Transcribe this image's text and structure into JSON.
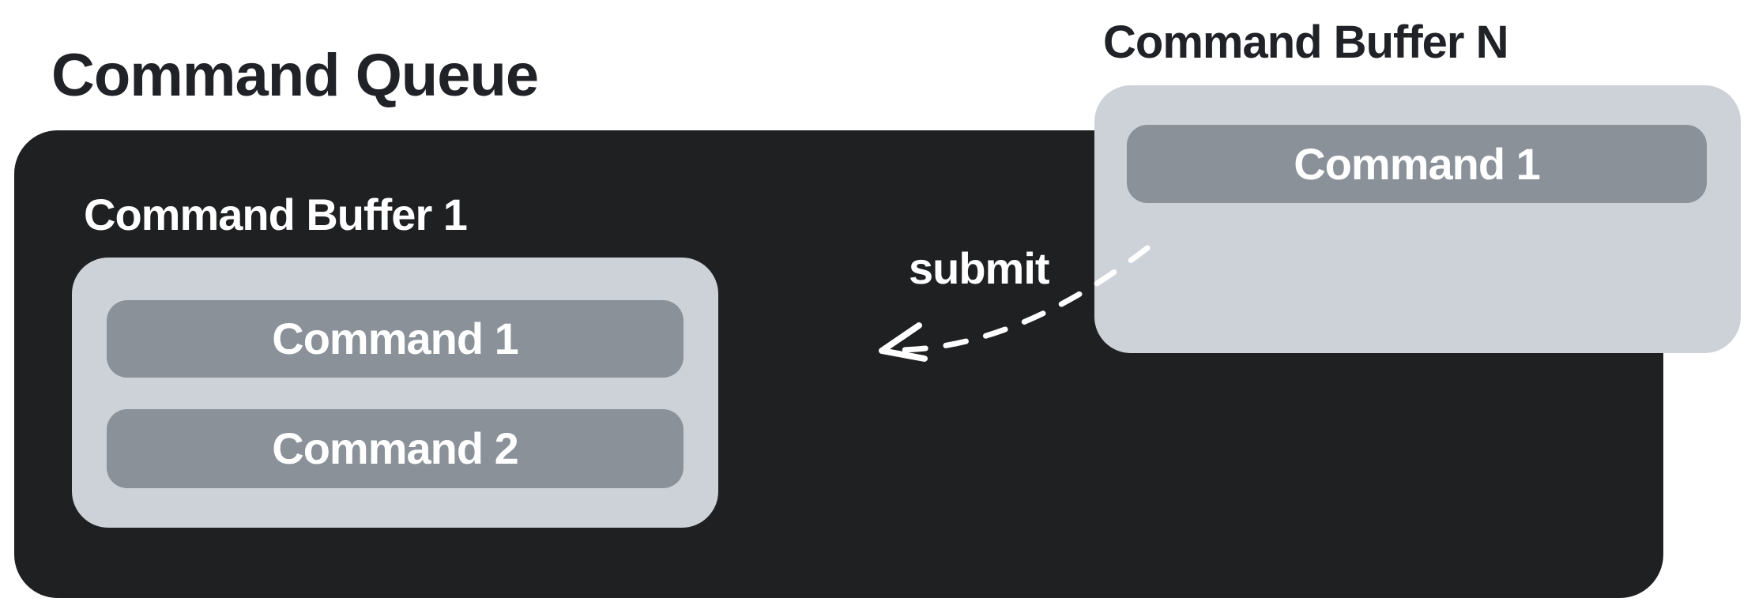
{
  "colors": {
    "page_bg": "#ffffff",
    "queue_bg": "#1f2022",
    "buffer_bg": "#cdd2d9",
    "command_bg": "#8a9199",
    "heading_text": "#212227",
    "light_text": "#ffffff"
  },
  "queue": {
    "title": "Command Queue",
    "buffer1": {
      "label": "Command Buffer 1",
      "commands": [
        "Command 1",
        "Command 2"
      ]
    }
  },
  "buffer_n": {
    "label": "Command Buffer N",
    "commands": [
      "Command 1"
    ]
  },
  "arrow": {
    "label": "submit"
  }
}
